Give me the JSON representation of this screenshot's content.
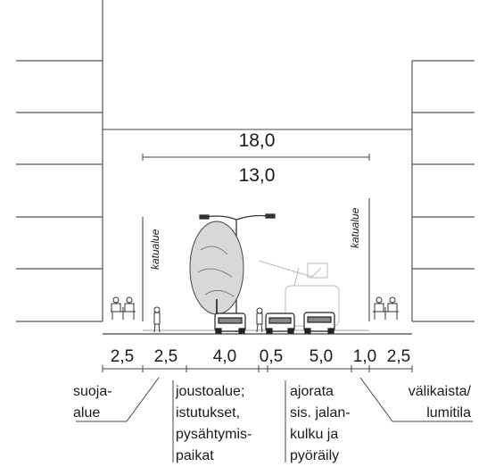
{
  "dimensions": {
    "total_width": "18,0",
    "street_width": "13,0"
  },
  "street_area_label": "katualue",
  "segments": [
    "2,5",
    "2,5",
    "4,0",
    "0,5",
    "5,0",
    "1,0",
    "2,5"
  ],
  "zone_labels": {
    "protection": [
      "suoja-",
      "alue"
    ],
    "flex_area": [
      "joustoalue;",
      "istutukset,",
      "pysähtymis-",
      "paikat"
    ],
    "carriageway": [
      "ajorata",
      "sis. jalan-",
      "kulku ja",
      "pyöräily"
    ],
    "median": [
      "välikaista/",
      "lumitila"
    ]
  }
}
